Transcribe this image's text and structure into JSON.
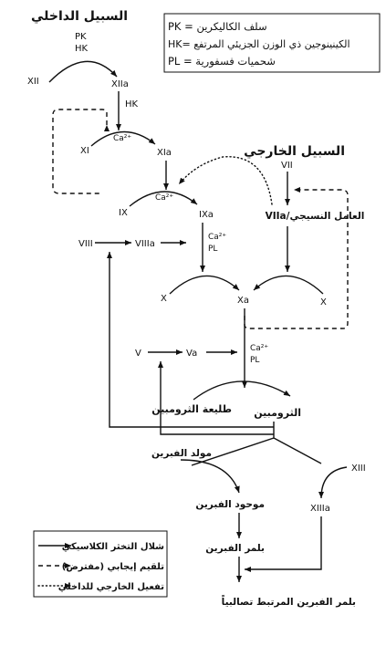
{
  "titles": {
    "intrinsic": "السبيل الداخلي",
    "extrinsic": "السبيل الخارجي"
  },
  "abbrev_legend": {
    "pk": "PK = سلف الكاليكرين",
    "hk": "HK= الكينينوجين ذي الوزن الجزيئي المرتفع",
    "pl": "PL = شحميات فسفورية"
  },
  "factors": {
    "xii": "XII",
    "xiia": "XIIa",
    "pk": "PK",
    "hk": "HK",
    "hk2": "HK",
    "xi": "XI",
    "xia": "XIa",
    "ca1": "Ca²⁺",
    "ca2": "Ca²⁺",
    "ca3": "Ca²⁺",
    "ca4": "Ca²⁺",
    "pl1": "PL",
    "pl2": "PL",
    "ix": "IX",
    "ixa": "IXa",
    "viii": "VIII",
    "viiia": "VIIIa",
    "vii": "VII",
    "viia": "VIIa/العامل النسيجي",
    "x_left": "X",
    "x_right": "X",
    "xa": "Xa",
    "v": "V",
    "va": "Va",
    "prothrombin": "طليعة الثرومبين",
    "thrombin": "الثرومبين",
    "fibrinogen": "مولد الفبرين",
    "fibrin_monomer": "موحود الفبرين",
    "fibrin_polymer": "بلمر الفبرين",
    "xiii": "XIII",
    "xiiia": "XIIIa",
    "crosslinked": "بلمر الفبرين المرتبط تصالبياً"
  },
  "legend": {
    "solid": "شلال التخثر الكلاسيكي",
    "dashed": "تلقيم إيجابي (مفترض)",
    "dotted": "تفعيل الخارجي للداخلي"
  }
}
